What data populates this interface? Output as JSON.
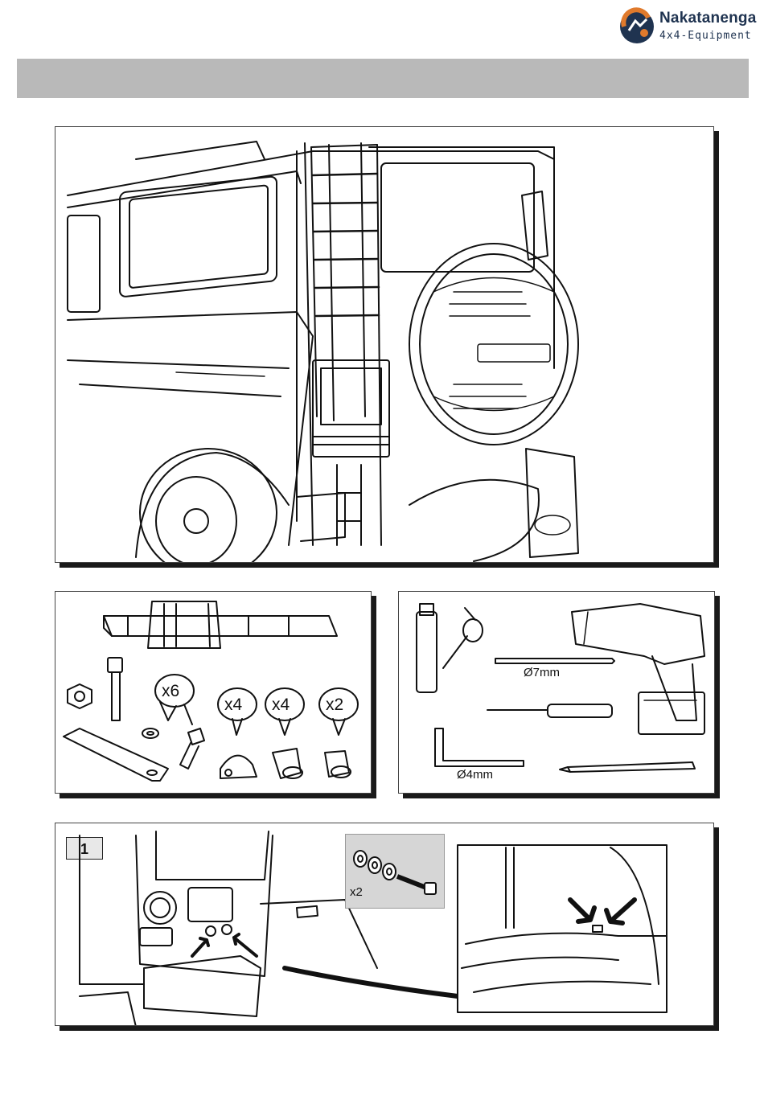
{
  "header": {
    "brand_name": "Nakatanenga",
    "brand_sub": "4x4-Equipment",
    "brand_color": "#1f3350",
    "accent_color": "#e07a2c",
    "title_bar_text": ""
  },
  "icons": [
    "vehicle-rear-illustration",
    "ladder-kit-illustration",
    "tools-illustration",
    "mounting-step-illustration"
  ],
  "parts": {
    "qty_bolts": "x6",
    "qty_clamps": "x4",
    "qty_rivet_nuts": "x4",
    "qty_spacers": "x2"
  },
  "tools": {
    "drill_bit_size": "Ø7mm",
    "hex_key_size": "Ø4mm"
  },
  "step1": {
    "number": "1",
    "kit_qty": "x2"
  }
}
